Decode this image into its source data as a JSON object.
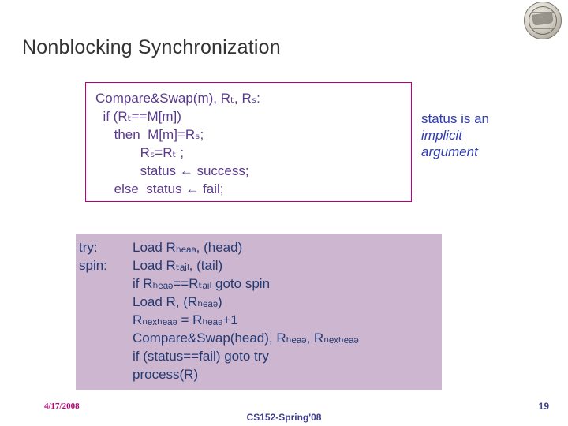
{
  "slide": {
    "title": "Nonblocking Synchronization",
    "logo_icon": "university-seal-icon"
  },
  "code_box": {
    "lines": [
      "Compare&Swap(m), Rₜ, Rₛ:",
      "  if (Rₜ==M[m])",
      "     then  M[m]=Rₛ;",
      "            Rₛ=Rₜ ;",
      "            status ← success;",
      "     else  status ← fail;"
    ],
    "border_color": "#b9007c",
    "text_color": "#5b3a8e"
  },
  "annotation": {
    "line1": "status is an",
    "line2": "implicit",
    "line3": "argument",
    "color": "#2f3bb0"
  },
  "lower_code": {
    "background": "#cdb6cf",
    "text_color": "#243a73",
    "rows": [
      {
        "label": "try:",
        "code": "Load Rₕₑₐₔ, (head)"
      },
      {
        "label": "spin:",
        "code": "Load Rₜₐᵢₗ, (tail)"
      },
      {
        "label": "",
        "code": "if Rₕₑₐₔ==Rₜₐᵢₗ goto spin"
      },
      {
        "label": "",
        "code": "Load R, (Rₕₑₐₔ)"
      },
      {
        "label": "",
        "code": "Rₙₑₓₕₑₐₔ = Rₕₑₐₔ+1"
      },
      {
        "label": "",
        "code": "Compare&Swap(head), Rₕₑₐₔ, Rₙₑₓₕₑₐₔ"
      },
      {
        "label": "",
        "code": "if (status==fail) goto try"
      },
      {
        "label": "",
        "code": "process(R)"
      }
    ]
  },
  "footer": {
    "date": "4/17/2008",
    "course": "CS152-Spring'08",
    "page": "19"
  }
}
